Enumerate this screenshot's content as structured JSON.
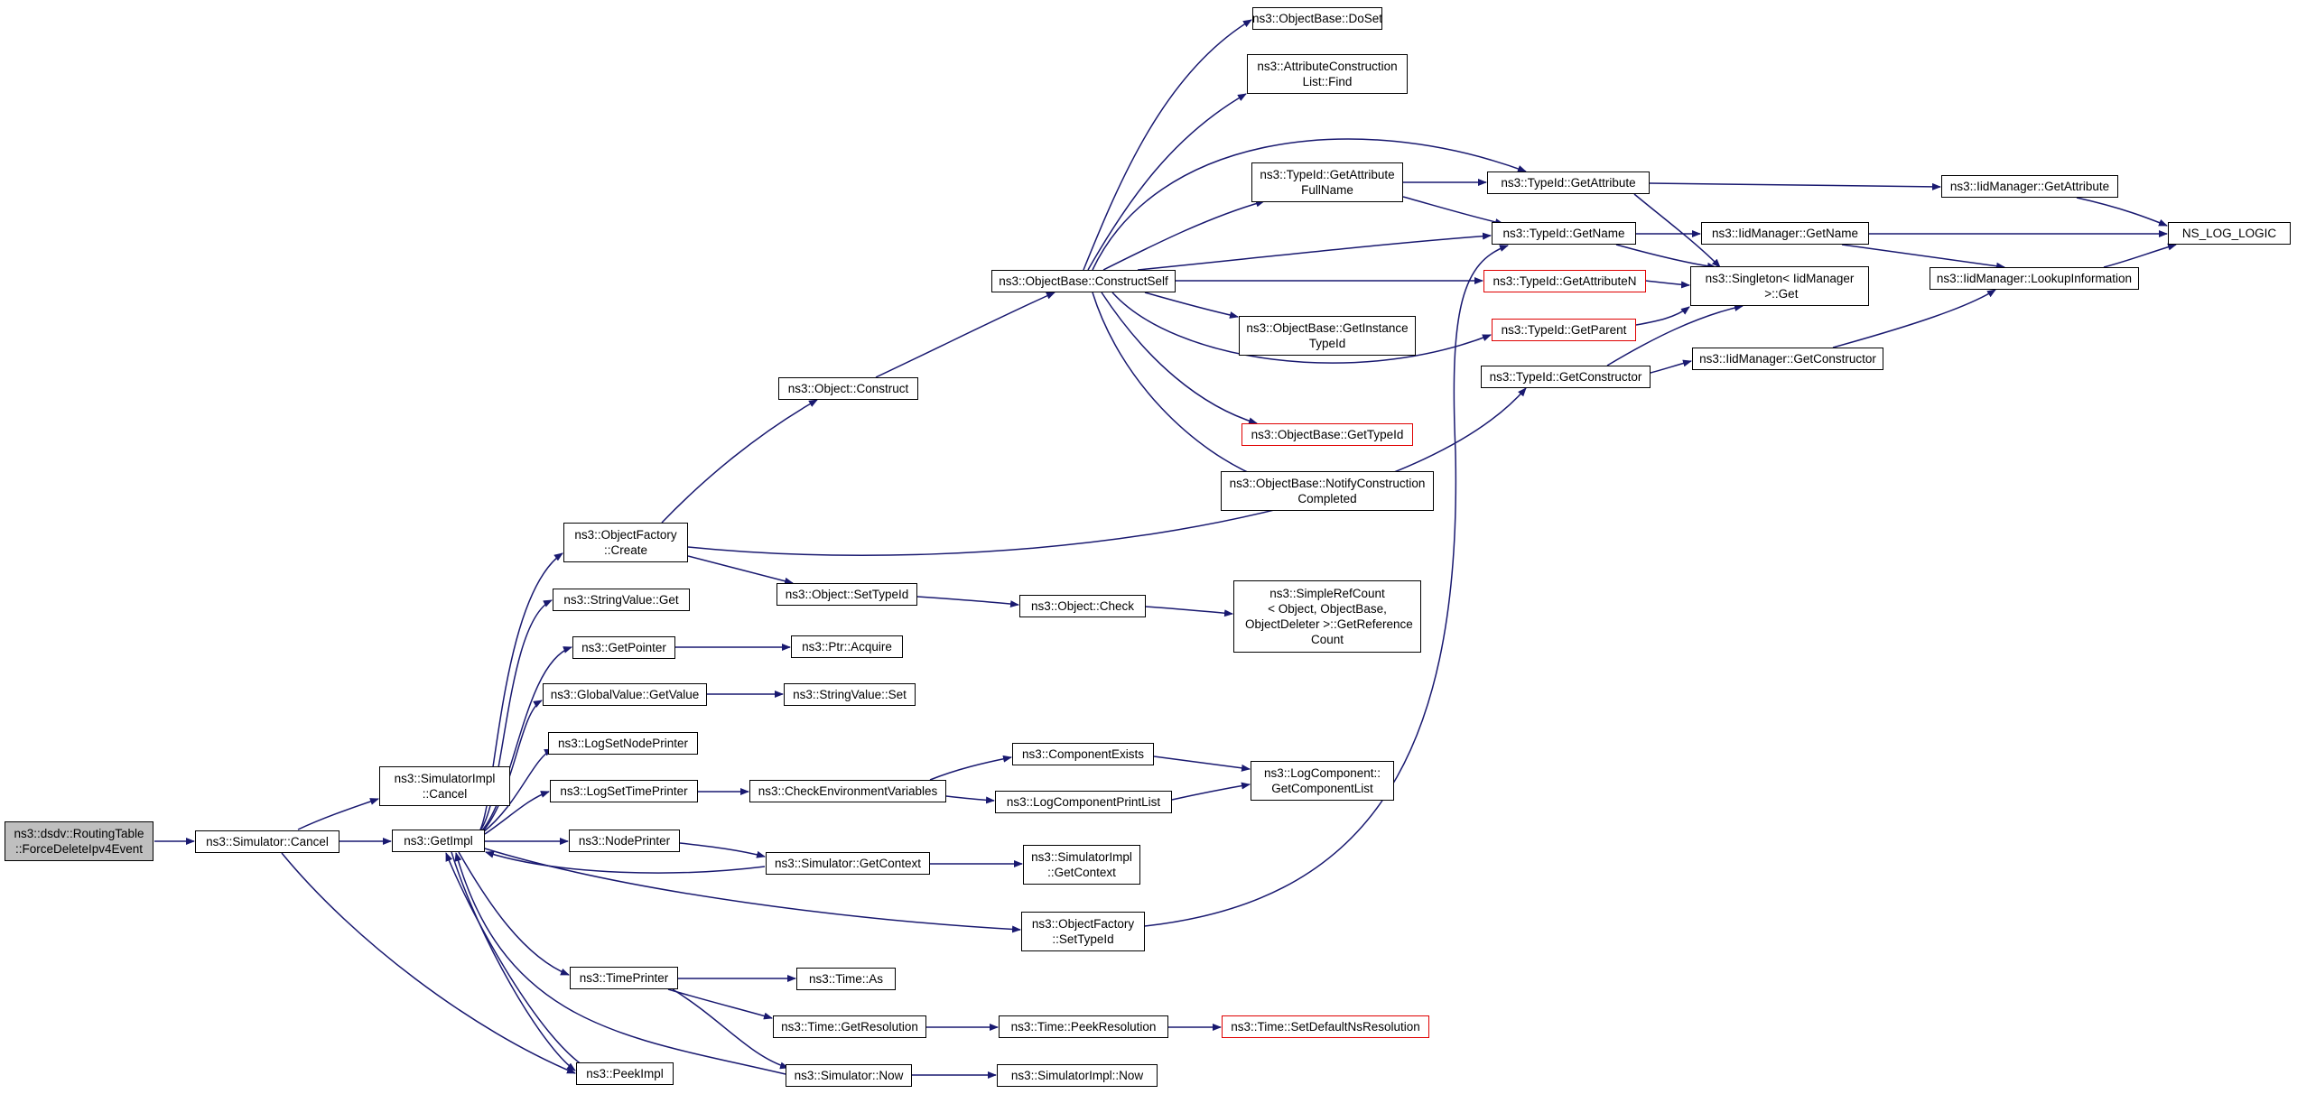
{
  "colors": {
    "edge": "#191970",
    "root_fill": "#bfbfbf",
    "red_border": "#e00000"
  },
  "nodes": {
    "root": "ns3::dsdv::RoutingTable\n::ForceDeleteIpv4Event",
    "sim_cancel": "ns3::Simulator::Cancel",
    "simimpl_cancel": "ns3::SimulatorImpl\n::Cancel",
    "getimpl": "ns3::GetImpl",
    "peekimpl": "ns3::PeekImpl",
    "objfactory_create": "ns3::ObjectFactory\n::Create",
    "stringvalue_get": "ns3::StringValue::Get",
    "getpointer": "ns3::GetPointer",
    "globalvalue_getvalue": "ns3::GlobalValue::GetValue",
    "logsetnodeprinter": "ns3::LogSetNodePrinter",
    "logsettimeprinter": "ns3::LogSetTimePrinter",
    "nodeprinter": "ns3::NodePrinter",
    "timeprinter": "ns3::TimePrinter",
    "object_construct": "ns3::Object::Construct",
    "object_settypeid": "ns3::Object::SetTypeId",
    "ptr_acquire": "ns3::Ptr::Acquire",
    "stringvalue_set": "ns3::StringValue::Set",
    "checkenv": "ns3::CheckEnvironmentVariables",
    "sim_getcontext": "ns3::Simulator::GetContext",
    "time_as": "ns3::Time::As",
    "time_getresolution": "ns3::Time::GetResolution",
    "sim_now": "ns3::Simulator::Now",
    "objbase_constructself": "ns3::ObjectBase::ConstructSelf",
    "object_check": "ns3::Object::Check",
    "componentexists": "ns3::ComponentExists",
    "logcomponentprintlist": "ns3::LogComponentPrintList",
    "simimpl_getcontext": "ns3::SimulatorImpl\n::GetContext",
    "objfactory_settypeid": "ns3::ObjectFactory\n::SetTypeId",
    "time_peekresolution": "ns3::Time::PeekResolution",
    "simimpl_now": "ns3::SimulatorImpl::Now",
    "objbase_doset": "ns3::ObjectBase::DoSet",
    "attrconstlist_find": "ns3::AttributeConstruction\nList::Find",
    "typeid_getattrfullname": "ns3::TypeId::GetAttribute\nFullName",
    "objbase_getinstancetypeid": "ns3::ObjectBase::GetInstance\nTypeId",
    "objbase_gettypeid": "ns3::ObjectBase::GetTypeId",
    "objbase_notifyconstruction": "ns3::ObjectBase::NotifyConstruction\nCompleted",
    "simplerefcount": "ns3::SimpleRefCount\n< Object, ObjectBase,\n ObjectDeleter >::GetReference\nCount",
    "logcomponent_getlist": "ns3::LogComponent::\nGetComponentList",
    "time_setdefaultns": "ns3::Time::SetDefaultNsResolution",
    "typeid_getattribute": "ns3::TypeId::GetAttribute",
    "typeid_getname": "ns3::TypeId::GetName",
    "typeid_getattributen": "ns3::TypeId::GetAttributeN",
    "typeid_getparent": "ns3::TypeId::GetParent",
    "typeid_getconstructor": "ns3::TypeId::GetConstructor",
    "singleton_get": "ns3::Singleton< IidManager\n >::Get",
    "iid_getattribute": "ns3::IidManager::GetAttribute",
    "iid_getname": "ns3::IidManager::GetName",
    "iid_getconstructor": "ns3::IidManager::GetConstructor",
    "iid_lookupinfo": "ns3::IidManager::LookupInformation",
    "ns_log_logic": "NS_LOG_LOGIC"
  }
}
